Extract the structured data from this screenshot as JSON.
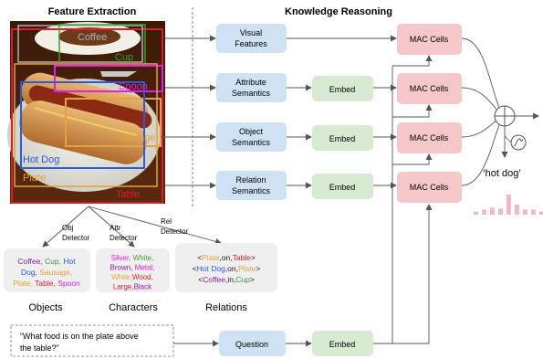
{
  "headers": {
    "left": "Feature Extraction",
    "right": "Knowledge Reasoning"
  },
  "image_boxes": [
    {
      "label": "Coffee",
      "color": "#b0b0b0"
    },
    {
      "label": "Cup",
      "color": "#3aa02f"
    },
    {
      "label": "Spoon",
      "color": "#e21fe2"
    },
    {
      "label": "Sausage",
      "color": "#e6a23c"
    },
    {
      "label": "Hot Dog",
      "color": "#2d5ad8"
    },
    {
      "label": "Plate",
      "color": "#e6a23c"
    },
    {
      "label": "Table",
      "color": "#d81e2c"
    }
  ],
  "blue_boxes": [
    {
      "line1": "Visual",
      "line2": "Features"
    },
    {
      "line1": "Attribute",
      "line2": "Semantics"
    },
    {
      "line1": "Object",
      "line2": "Semantics"
    },
    {
      "line1": "Relation",
      "line2": "Semantics"
    }
  ],
  "embed_label": "Embed",
  "mac_label": "MAC Cells",
  "answer": "‘hot dog’",
  "detectors": {
    "obj": {
      "line1": "Obj",
      "line2": "Detector"
    },
    "attr": {
      "line1": "Attr",
      "line2": "Detector"
    },
    "rel": {
      "line1": "Rel",
      "line2": "Detector"
    }
  },
  "objects_panel": {
    "caption": "Objects",
    "lines": [
      [
        {
          "t": "Coffee, ",
          "c": "#8a1a9e"
        },
        {
          "t": "Cup, ",
          "c": "#3aa02f"
        },
        {
          "t": "Hot",
          "c": "#2d5ad8"
        }
      ],
      [
        {
          "t": "Dog, ",
          "c": "#2d5ad8"
        },
        {
          "t": "Sausage, ",
          "c": "#e6a23c"
        },
        {
          "t": "",
          "c": "#222"
        }
      ],
      [
        {
          "t": "Plate, ",
          "c": "#e6a23c"
        },
        {
          "t": "Table, ",
          "c": "#d81e2c"
        },
        {
          "t": "Spoon",
          "c": "#e21fe2"
        }
      ]
    ]
  },
  "characters_panel": {
    "caption": "Characters",
    "lines": [
      [
        {
          "t": "Silver, ",
          "c": "#e21fe2"
        },
        {
          "t": "White, ",
          "c": "#3aa02f"
        }
      ],
      [
        {
          "t": "Brown, ",
          "c": "#8a1a9e"
        },
        {
          "t": "Metal,",
          "c": "#e21fe2"
        }
      ],
      [
        {
          "t": "White,",
          "c": "#e6a23c"
        },
        {
          "t": "Wood,",
          "c": "#d81e2c"
        }
      ],
      [
        {
          "t": "Large,",
          "c": "#d81e2c"
        },
        {
          "t": "Black",
          "c": "#8a1a9e"
        }
      ]
    ]
  },
  "relations_panel": {
    "caption": "Relations",
    "lines": [
      [
        {
          "t": "<",
          "c": "#222"
        },
        {
          "t": "Plate",
          "c": "#e6a23c"
        },
        {
          "t": ",on,",
          "c": "#222"
        },
        {
          "t": "Table",
          "c": "#d81e2c"
        },
        {
          "t": ">",
          "c": "#222"
        }
      ],
      [
        {
          "t": "<",
          "c": "#222"
        },
        {
          "t": "Hot Dog",
          "c": "#2d5ad8"
        },
        {
          "t": ",on,",
          "c": "#222"
        },
        {
          "t": "Plate",
          "c": "#e6a23c"
        },
        {
          "t": ">",
          "c": "#222"
        }
      ],
      [
        {
          "t": "<",
          "c": "#222"
        },
        {
          "t": "Coffee",
          "c": "#8a1a9e"
        },
        {
          "t": ",in,",
          "c": "#222"
        },
        {
          "t": "Cup",
          "c": "#3aa02f"
        },
        {
          "t": ">",
          "c": "#222"
        }
      ]
    ]
  },
  "question": {
    "line1": "“What food is on the plate above",
    "line2": "the table?”"
  },
  "question_label": "Question",
  "colors": {
    "blue_box": "#cfe2f3",
    "green_box": "#d9ead3",
    "red_box": "#f4c7c9",
    "panel_bg": "#efefef",
    "answer_bars": "#f4b6bf"
  },
  "answer_bar_levels": [
    0.15,
    0.25,
    0.35,
    0.3,
    1.0,
    0.5,
    0.25,
    0.25,
    0.15
  ]
}
